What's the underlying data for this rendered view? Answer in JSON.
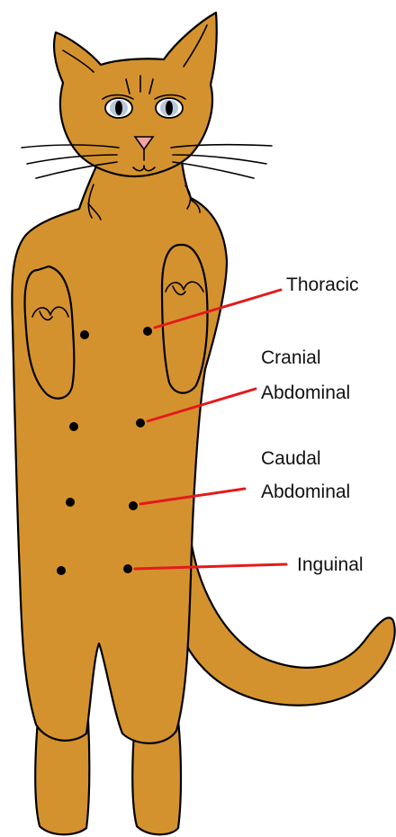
{
  "diagram": {
    "labels": {
      "thoracic": "Thoracic",
      "cranial_line1": "Cranial",
      "cranial_line2": "Abdominal",
      "caudal_line1": "Caudal",
      "caudal_line2": "Abdominal",
      "inguinal": "Inguinal"
    }
  },
  "colors": {
    "fur": "#D4922E",
    "outline": "#000000",
    "nose": "#F2A3A3",
    "eye_iris": "#B9C7DC",
    "leader_line": "#E31B1B",
    "label_text": "#111111"
  }
}
